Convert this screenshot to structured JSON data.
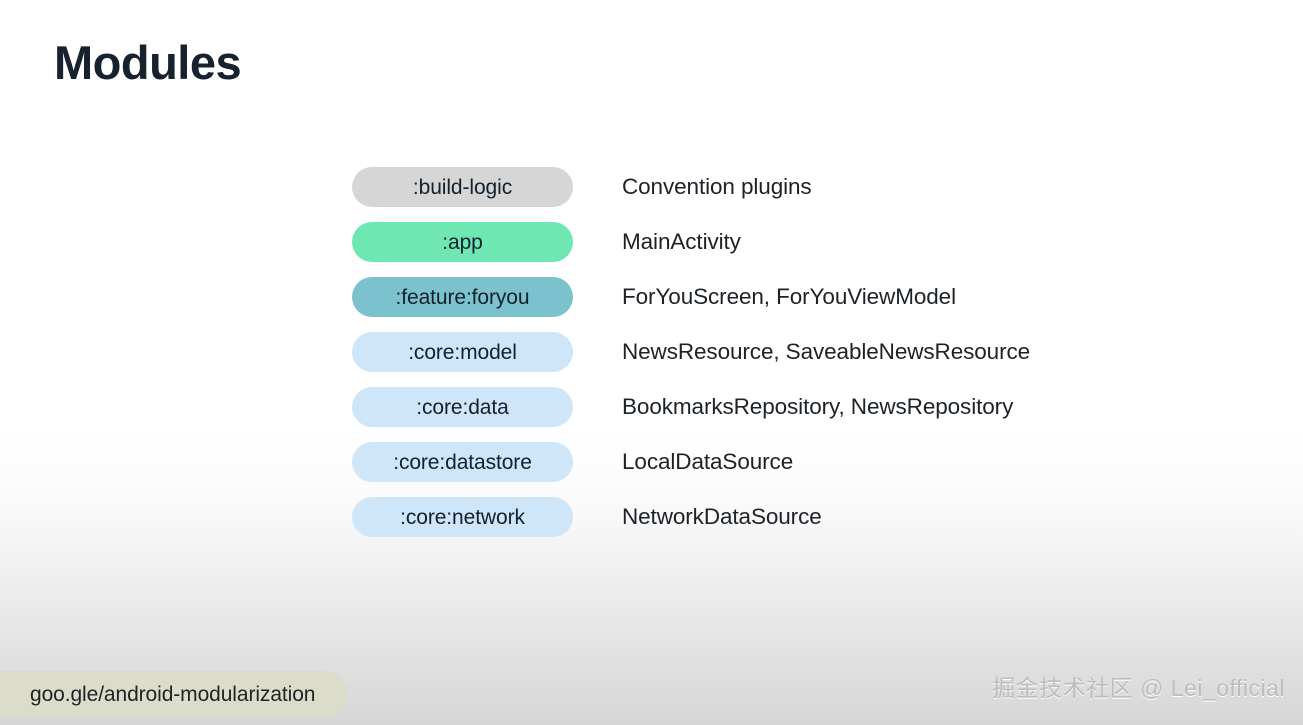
{
  "slide": {
    "title": "Modules",
    "title_color": "#17222e",
    "background_top_color": "#ffffff",
    "background_bottom_color": "#d6d6d6"
  },
  "modules": [
    {
      "chip_label": ":build-logic",
      "description": "Convention plugins",
      "chip_color": "#d6d6d6",
      "chip_text_color": "#11212e"
    },
    {
      "chip_label": ":app",
      "description": "MainActivity",
      "chip_color": "#6ee7b3",
      "chip_text_color": "#11212e"
    },
    {
      "chip_label": ":feature:foryou",
      "description": "ForYouScreen, ForYouViewModel",
      "chip_color": "#7cc2ce",
      "chip_text_color": "#11212e"
    },
    {
      "chip_label": ":core:model",
      "description": "NewsResource, SaveableNewsResource",
      "chip_color": "#cfe6f9",
      "chip_text_color": "#11212e"
    },
    {
      "chip_label": ":core:data",
      "description": "BookmarksRepository, NewsRepository",
      "chip_color": "#cfe6f9",
      "chip_text_color": "#11212e"
    },
    {
      "chip_label": ":core:datastore",
      "description": "LocalDataSource",
      "chip_color": "#cfe6f9",
      "chip_text_color": "#11212e"
    },
    {
      "chip_label": ":core:network",
      "description": "NetworkDataSource",
      "chip_color": "#cfe6f9",
      "chip_text_color": "#11212e"
    }
  ],
  "footer": {
    "link_label": "goo.gle/android-modularization",
    "link_pill_color": "#dcdccb",
    "link_text_color": "#1f2328"
  },
  "watermark": {
    "text": "掘金技术社区 @ Lei_official",
    "color": "#bdbdbd"
  }
}
